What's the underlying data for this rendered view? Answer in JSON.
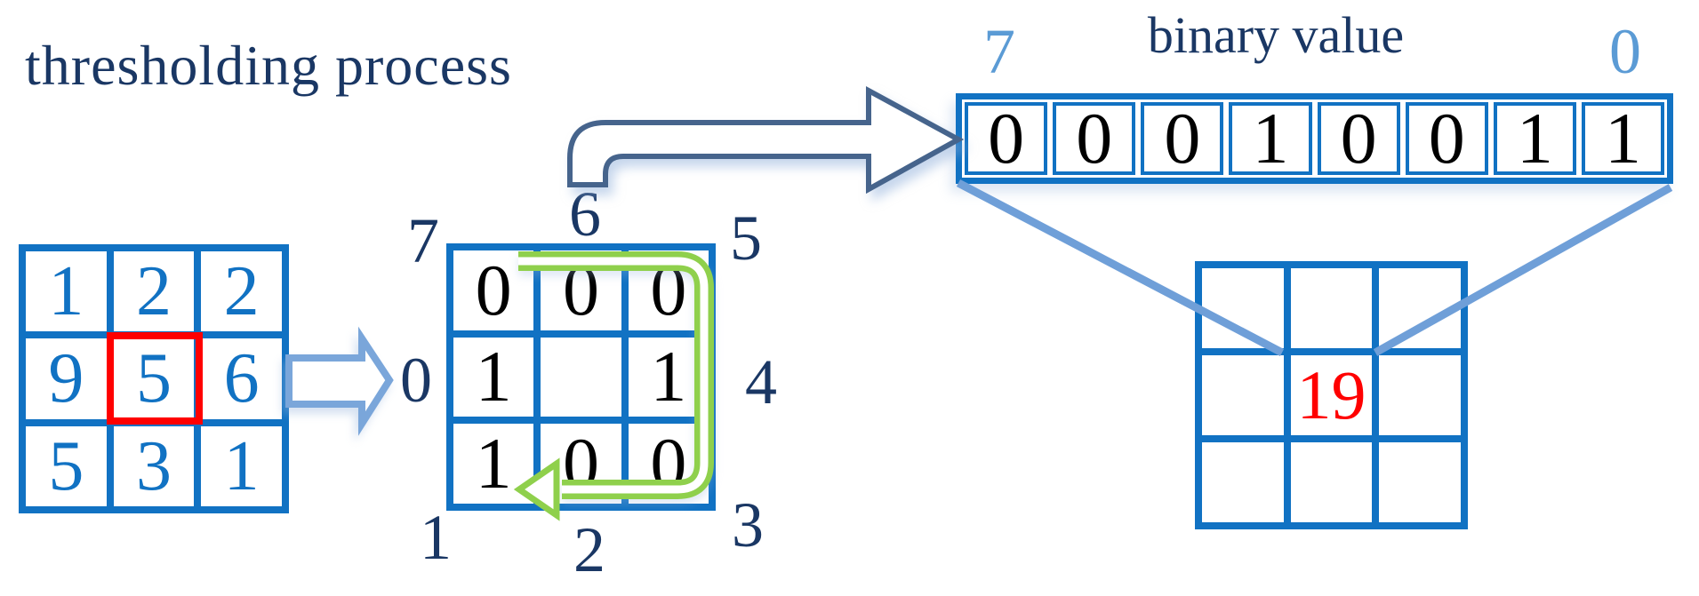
{
  "title": "thresholding process",
  "colors": {
    "grid_blue": "#1172c3",
    "navy": "#1a3764",
    "light_blue": "#5b9bd5",
    "connector_blue": "#6f9fd8",
    "open_arrow_blue": "#7aa6da",
    "elbow_arrow_slate": "#46648c",
    "green": "#8fd04c",
    "red": "#ff0000"
  },
  "left_grid": {
    "values": [
      [
        "1",
        "2",
        "2"
      ],
      [
        "9",
        "5",
        "6"
      ],
      [
        "5",
        "3",
        "1"
      ]
    ],
    "highlighted_center_value": "5"
  },
  "middle_grid": {
    "values": [
      [
        "0",
        "0",
        "0"
      ],
      [
        "1",
        "",
        "1"
      ],
      [
        "1",
        "0",
        "0"
      ]
    ],
    "position_labels": {
      "top_left": "7",
      "top_center": "6",
      "top_right": "5",
      "mid_left": "0",
      "mid_right": "4",
      "bottom_left": "1",
      "bottom_center": "2",
      "bottom_right": "3"
    }
  },
  "binary_row": {
    "label": "binary value",
    "msb_index": "7",
    "lsb_index": "0",
    "bits": [
      "0",
      "0",
      "0",
      "1",
      "0",
      "0",
      "1",
      "1"
    ]
  },
  "result_grid": {
    "values": [
      [
        "",
        "",
        ""
      ],
      [
        "",
        "19",
        ""
      ],
      [
        "",
        "",
        ""
      ]
    ],
    "center_value": "19"
  },
  "icons": {
    "open_arrow": "right-open-arrow",
    "elbow_arrow": "bent-right-arrow",
    "green_path": "clockwise-scan-arrow",
    "connectors": "binary-to-grid-connector-lines"
  }
}
